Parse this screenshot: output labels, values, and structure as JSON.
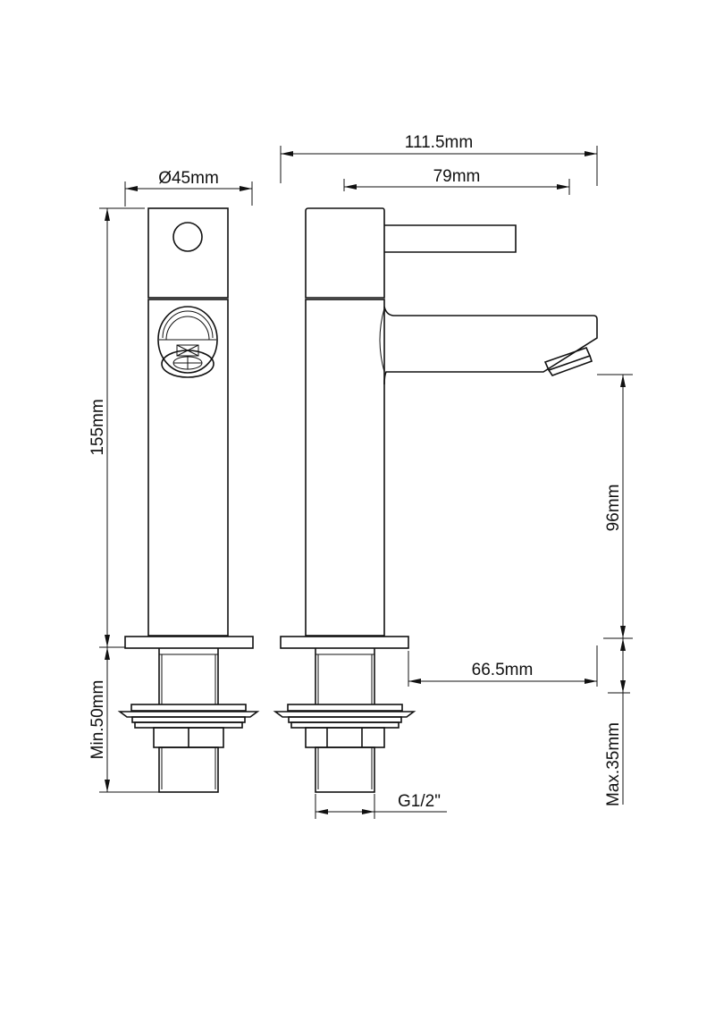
{
  "drawing": {
    "title": "Basin tap dimension drawing",
    "views": [
      "front-view",
      "side-view"
    ],
    "dimensions": {
      "overall_depth": "111.5mm",
      "spout_reach_top": "79mm",
      "body_diameter": "Ø45mm",
      "total_height": "155mm",
      "spout_height": "96mm",
      "spout_reach": "66.5mm",
      "shank_min": "Min.50mm",
      "deck_max": "Max.35mm",
      "thread": "G1/2\""
    },
    "colors": {
      "line": "#111111",
      "background": "#ffffff"
    }
  }
}
